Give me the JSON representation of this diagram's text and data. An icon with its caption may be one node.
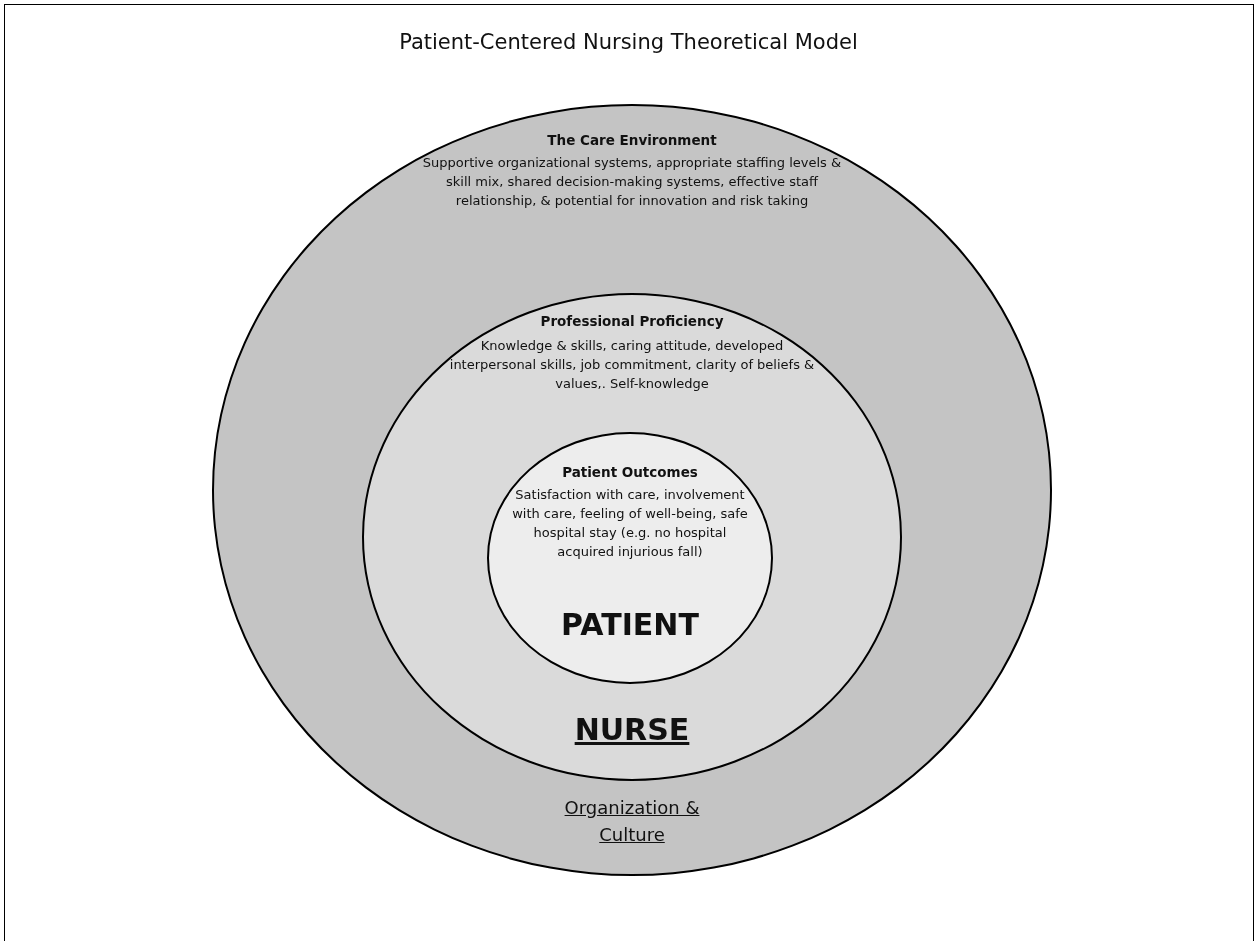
{
  "diagram": {
    "title": "Patient-Centered Nursing Theoretical Model",
    "nodes": [
      {
        "text": [
          "The Care Environment",
          "Supportive organizational systems, appropriate staffing levels & skill mix, shared decision-making systems, effective staff relationship, & potential for innovation and risk taking",
          "Organization & Culture"
        ]
      },
      {
        "text": [
          "Professional Proficiency",
          "Knowledge & skills, caring attitude, developed interpersonal skills, job commitment, clarity of beliefs & values,. Self-knowledge",
          "NURSE"
        ],
        "in": 0
      },
      {
        "text": [
          "Patient Outcomes",
          "Satisfaction with care, involvement with care, feeling of well-being, safe hospital stay (e.g. no hospital acquired injurious fall)",
          "PATIENT"
        ],
        "in": 1
      }
    ],
    "edges": []
  }
}
